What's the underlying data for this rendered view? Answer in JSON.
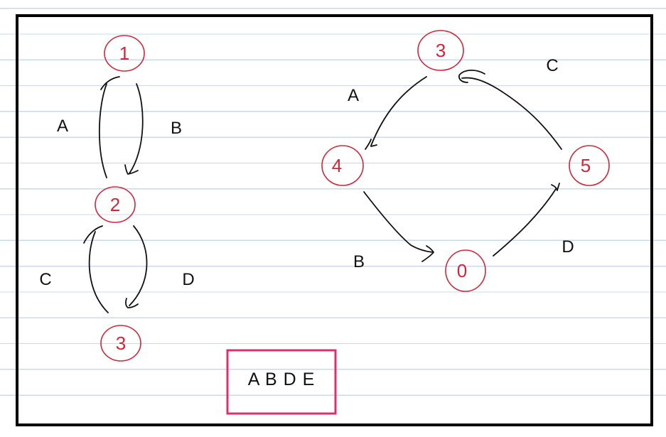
{
  "left_graph": {
    "nodes": [
      "1",
      "2",
      "3"
    ],
    "edges": [
      "A",
      "B",
      "C",
      "D"
    ]
  },
  "right_graph": {
    "nodes": [
      "3",
      "4",
      "5",
      "0"
    ],
    "edges": [
      "A",
      "B",
      "C",
      "D"
    ]
  },
  "answer": "A B D E",
  "colors": {
    "node": "#d0263a",
    "answer_box": "#d6336c",
    "rule_lines": "#c9d8ea",
    "ink": "#111111"
  }
}
